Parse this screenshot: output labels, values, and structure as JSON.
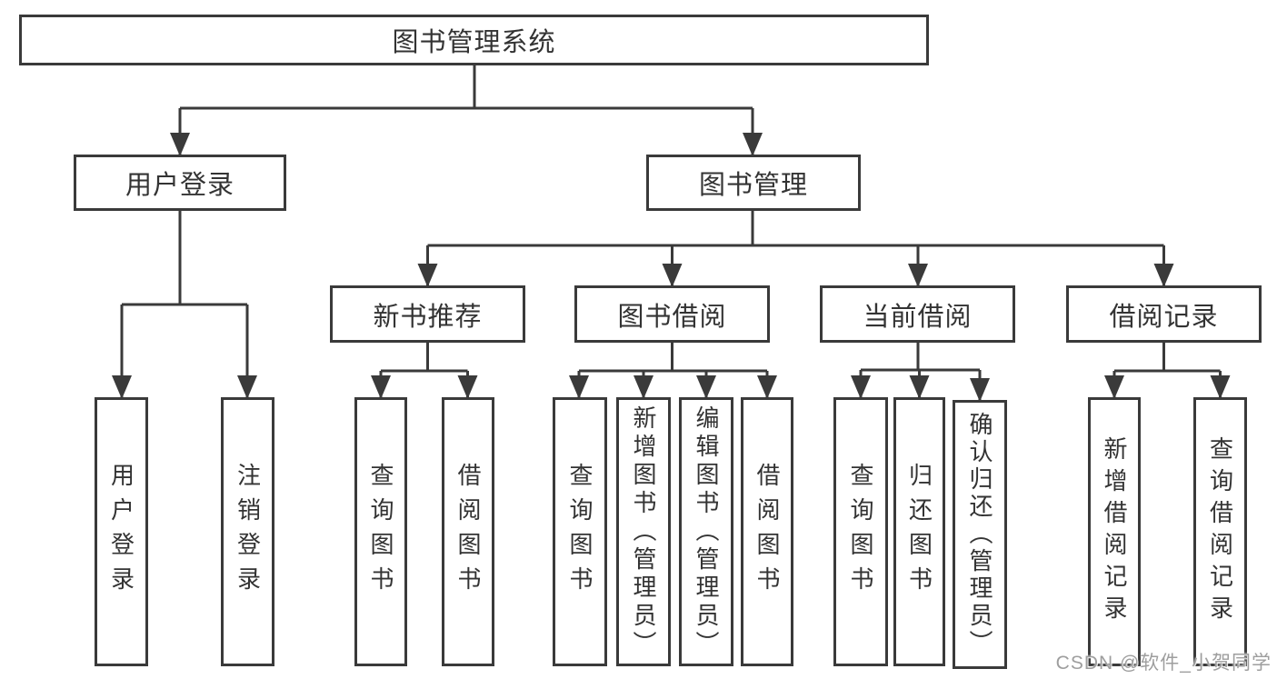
{
  "diagram_title": "图书管理系统",
  "tree": {
    "root": {
      "label": "图书管理系统",
      "children": [
        {
          "label": "用户登录",
          "children": [
            {
              "label": "用户登录"
            },
            {
              "label": "注销登录"
            }
          ]
        },
        {
          "label": "图书管理",
          "children": [
            {
              "label": "新书推荐",
              "children": [
                {
                  "label": "查询图书"
                },
                {
                  "label": "借阅图书"
                }
              ]
            },
            {
              "label": "图书借阅",
              "children": [
                {
                  "label": "查询图书"
                },
                {
                  "label": "新增图书（管理员）"
                },
                {
                  "label": "编辑图书（管理员）"
                },
                {
                  "label": "借阅图书"
                }
              ]
            },
            {
              "label": "当前借阅",
              "children": [
                {
                  "label": "查询图书"
                },
                {
                  "label": "归还图书"
                },
                {
                  "label": "确认归还（管理员）"
                }
              ]
            },
            {
              "label": "借阅记录",
              "children": [
                {
                  "label": "新增借阅记录"
                },
                {
                  "label": "查询借阅记录"
                }
              ]
            }
          ]
        }
      ]
    }
  },
  "watermark": {
    "text": "CSDN @软件_小贺同学"
  },
  "colors": {
    "line": "#3a3a3a",
    "box_border": "#3a3a3a",
    "text": "#333333",
    "watermark": "#9e9e9e",
    "background": "#ffffff"
  }
}
